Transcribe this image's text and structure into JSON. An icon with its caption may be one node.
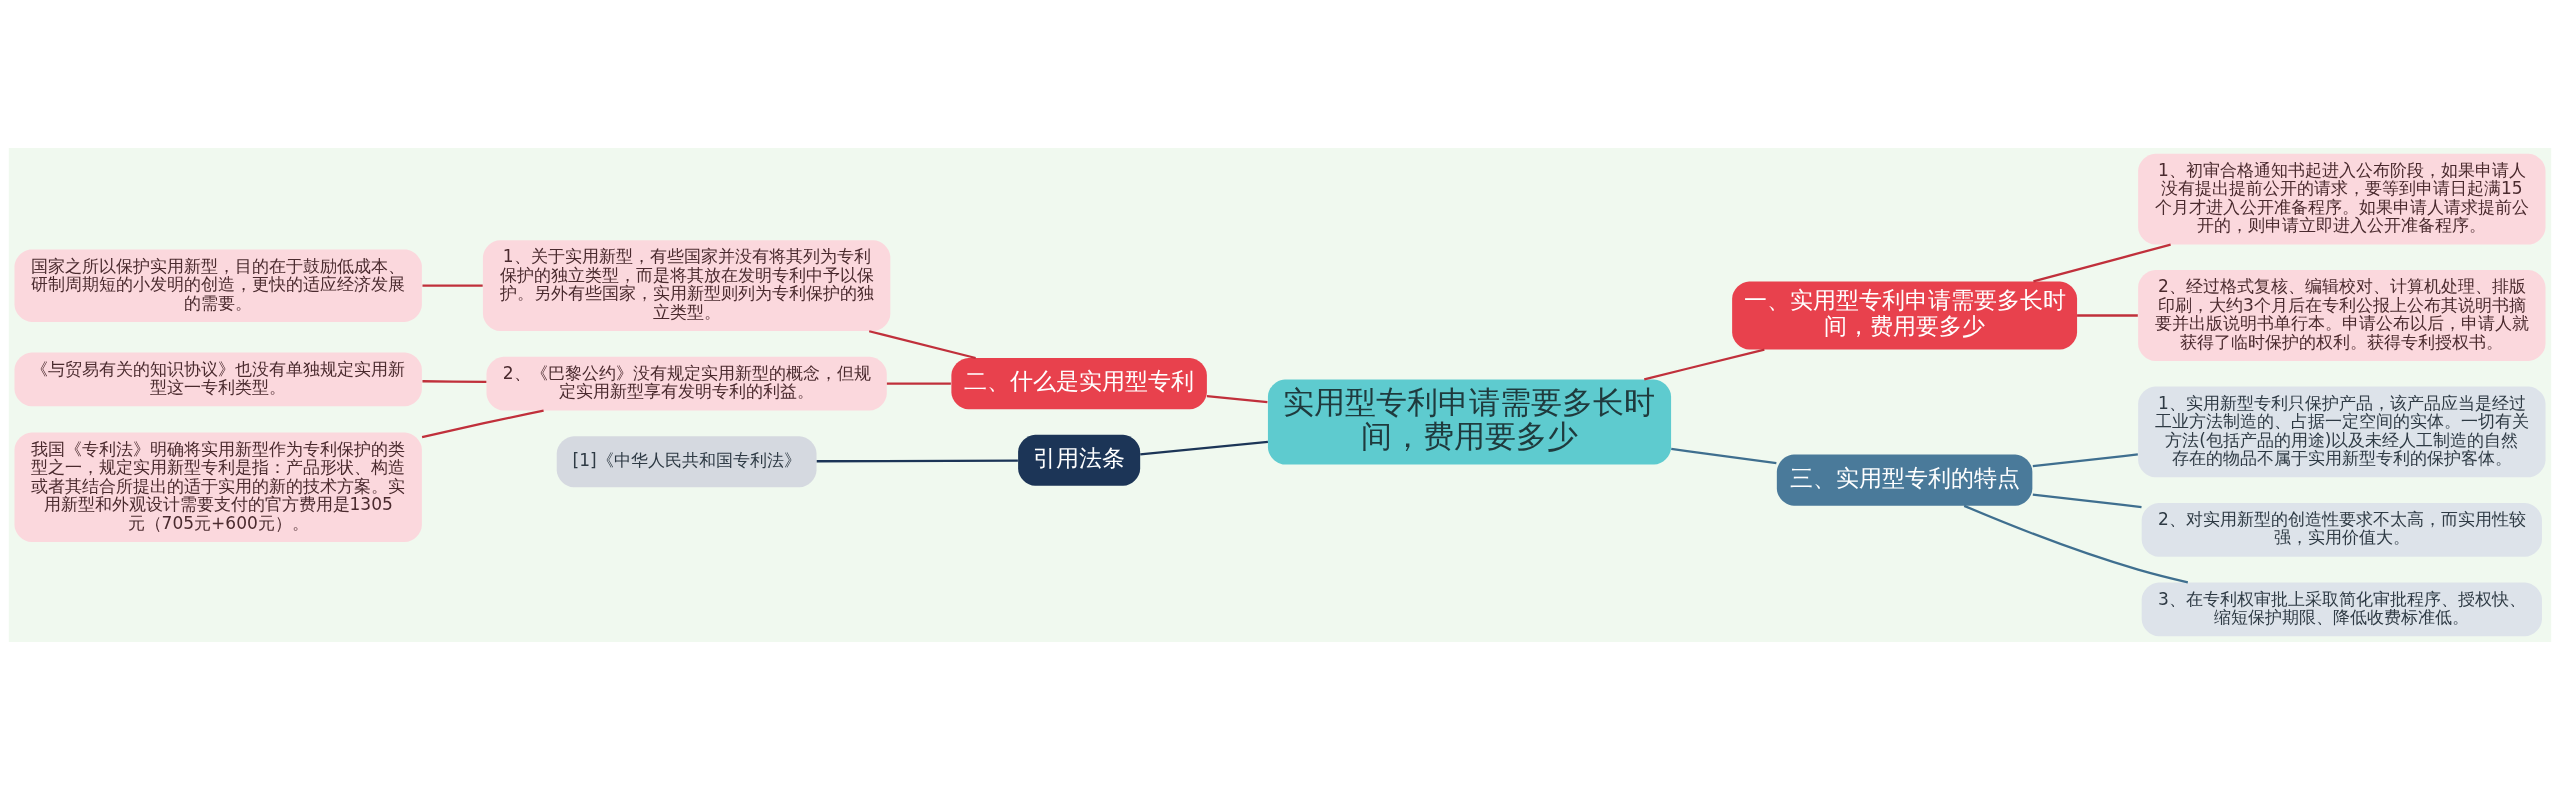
{
  "diagram": {
    "nodes": [
      {
        "text": [
          "实用型专利申请需要多长时间，费用要多少"
        ]
      },
      {
        "text": [
          "一、实用型专利申请需要多长时间，费用要多少"
        ]
      },
      {
        "text": [
          "1、初审合格通知书起进入公布阶段，如果申请人没有提出提前公开的请求，要等到申请日起满15个月才进入公开准备程序。如果申请人请求提前公开的，则申请立即进入公开准备程序。"
        ]
      },
      {
        "text": [
          "2、经过格式复核、编辑校对、计算机处理、排版印刷，大约3个月后在专利公报上公布其说明书摘要并出版说明书单行本。申请公布以后，申请人就获得了临时保护的权利。获得专利授权书。"
        ]
      },
      {
        "text": [
          "二、什么是实用型专利"
        ]
      },
      {
        "text": [
          "1、关于实用新型，有些国家并没有将其列为专利保护的独立类型，而是将其放在发明专利中予以保护。另外有些国家，实用新型则列为专利保护的独立类型。"
        ]
      },
      {
        "text": [
          "国家之所以保护实用新型，目的在于鼓励低成本、研制周期短的小发明的创造，更快的适应经济发展的需要。"
        ]
      },
      {
        "text": [
          "2、《巴黎公约》没有规定实用新型的概念，但规定实用新型享有发明专利的利益。"
        ]
      },
      {
        "text": [
          "《与贸易有关的知识协议》也没有单独规定实用新型这一专利类型。"
        ]
      },
      {
        "text": [
          "我国《专利法》明确将实用新型作为专利保护的类型之一，规定实用新型专利是指：产品形状、构造或者其结合所提出的适于实用的新的技术方案。实用新型和外观设计需要支付的官方费用是1305元（705元+600元）。"
        ]
      },
      {
        "text": [
          "三、实用型专利的特点"
        ]
      },
      {
        "text": [
          "1、实用新型专利只保护产品，该产品应当是经过工业方法制造的、占据一定空间的实体。一切有关方法(包括产品的用途)以及未经人工制造的自然存在的物品不属于实用新型专利的保护客体。"
        ]
      },
      {
        "text": [
          "2、对实用新型的创造性要求不太高，而实用性较强，实用价值大。"
        ]
      },
      {
        "text": [
          "3、在专利权审批上采取简化审批程序、授权快、缩短保护期限、降低收费标准低。"
        ]
      },
      {
        "text": [
          "引用法条"
        ]
      },
      {
        "text": [
          "[1]《中华人民共和国专利法》"
        ]
      }
    ],
    "edges": [
      {
        "from": 0,
        "to": 1,
        "arrow": "none"
      },
      {
        "from": 1,
        "to": 2,
        "arrow": "none"
      },
      {
        "from": 1,
        "to": 3,
        "arrow": "none"
      },
      {
        "from": 0,
        "to": 4,
        "arrow": "none"
      },
      {
        "from": 4,
        "to": 5,
        "arrow": "none"
      },
      {
        "from": 5,
        "to": 6,
        "arrow": "none"
      },
      {
        "from": 4,
        "to": 7,
        "arrow": "none"
      },
      {
        "from": 7,
        "to": 8,
        "arrow": "none"
      },
      {
        "from": 7,
        "to": 9,
        "arrow": "none"
      },
      {
        "from": 0,
        "to": 10,
        "arrow": "none",
        "color": "#3f6f8f"
      },
      {
        "from": 10,
        "to": 11,
        "arrow": "none",
        "color": "#3f6f8f"
      },
      {
        "from": 10,
        "to": 12,
        "arrow": "none",
        "color": "#3f6f8f"
      },
      {
        "from": 10,
        "to": 13,
        "arrow": "none",
        "color": "#3f6f8f"
      },
      {
        "from": 0,
        "to": 14,
        "arrow": "none",
        "color": "#1c3557"
      },
      {
        "from": 14,
        "to": 15,
        "arrow": "none",
        "color": "#1c3557"
      }
    ]
  }
}
